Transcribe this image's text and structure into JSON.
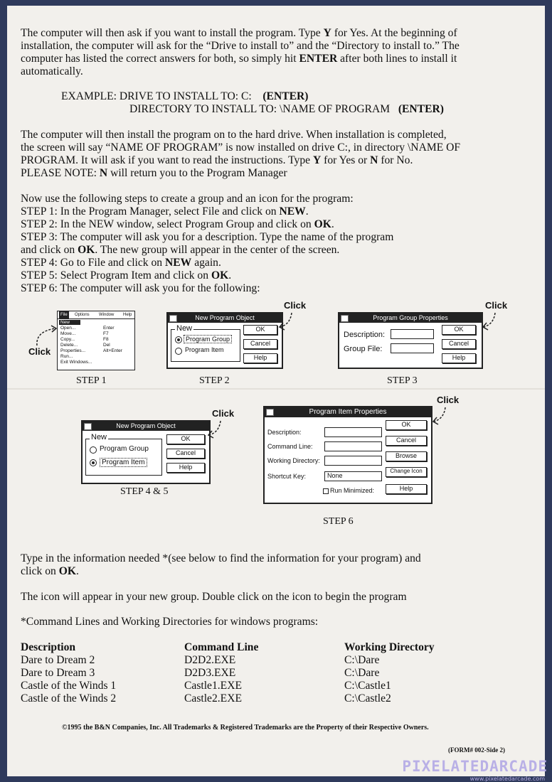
{
  "intro": {
    "line1": "The computer will then ask if you want to install the program. Type",
    "line1_key": "Y",
    "line1_end": "for Yes. At the beginning of",
    "line2": "installation, the computer will ask for the “Drive to install to” and the “Directory to install to.” The",
    "line3a": "computer has listed the correct answers for both, so simply hit",
    "line3_key": "ENTER",
    "line3b": "after both lines to install it",
    "line4": "automatically."
  },
  "example": {
    "line1_text": "EXAMPLE: DRIVE TO INSTALL TO: C:",
    "line1_key": "(ENTER)",
    "line2_text": "DIRECTORY TO INSTALL TO: \\NAME OF PROGRAM",
    "line2_key": "(ENTER)"
  },
  "after": {
    "line1": "The computer will then install the program on to the hard drive. When installation is completed,",
    "line2": "the screen will say “NAME OF PROGRAM” is now installed on drive C:, in directory \\NAME OF",
    "line3a": "PROGRAM. It will ask if you want to read the instructions. Type",
    "line3_y": "Y",
    "line3b": "for Yes or",
    "line3_n": "N",
    "line3c": "for No.",
    "line4a": "PLEASE NOTE:",
    "line4_n": "N",
    "line4b": "will return you to the Program Manager"
  },
  "steps": {
    "intro": "Now use the following steps to create a group and an icon for the program:",
    "s1a": "STEP 1: In the Program Manager, select File and click on",
    "s1b": "NEW",
    "s1c": ".",
    "s2a": "STEP 2: In the NEW window, select Program Group and click on",
    "s2b": "OK",
    "s2c": ".",
    "s3a": "STEP 3: The computer will ask you for a description. Type the name of the program",
    "s3b": "and click on",
    "s3c": "OK",
    "s3d": ". The new group will appear in the center of the screen.",
    "s4a": "STEP 4: Go to File and click on",
    "s4b": "NEW",
    "s4c": "again.",
    "s5a": "STEP 5: Select Program Item and click on",
    "s5b": "OK",
    "s5c": ".",
    "s6": "STEP 6: The computer will ask you for the following:"
  },
  "figures": {
    "click": "Click",
    "step1": {
      "label": "STEP 1",
      "menubar": [
        "File",
        "Options",
        "Window",
        "Help"
      ],
      "items": [
        {
          "name": "New",
          "key": ""
        },
        {
          "name": "Open...",
          "key": "Enter"
        },
        {
          "name": "Move...",
          "key": "F7"
        },
        {
          "name": "Copy...",
          "key": "F8"
        },
        {
          "name": "Delete...",
          "key": "Del"
        },
        {
          "name": "Properties...",
          "key": "Alt+Enter"
        },
        {
          "name": "Run...",
          "key": ""
        },
        {
          "name": "Exit Windows...",
          "key": ""
        }
      ]
    },
    "step2": {
      "label": "STEP 2",
      "title": "New Program Object",
      "group": "New",
      "opt1": "Program Group",
      "opt2": "Program Item",
      "ok": "OK",
      "cancel": "Cancel",
      "help": "Help"
    },
    "step3": {
      "label": "STEP 3",
      "title": "Program Group Properties",
      "desc": "Description:",
      "file": "Group File:",
      "ok": "OK",
      "cancel": "Cancel",
      "help": "Help"
    },
    "step45": {
      "label": "STEP 4 & 5",
      "title": "New Program Object",
      "group": "New",
      "opt1": "Program Group",
      "opt2": "Program Item",
      "ok": "OK",
      "cancel": "Cancel",
      "help": "Help"
    },
    "step6": {
      "label": "STEP 6",
      "title": "Program Item Properties",
      "f1": "Description:",
      "f2": "Command Line:",
      "f3": "Working Directory:",
      "f4": "Shortcut Key:",
      "f4val": "None",
      "run": "Run Minimized:",
      "ok": "OK",
      "cancel": "Cancel",
      "browse": "Browse",
      "change": "Change Icon",
      "help": "Help"
    }
  },
  "type": {
    "l1": "Type in the information needed *(see below to find the information for your program) and",
    "l2a": "click on",
    "l2b": "OK",
    "l2c": "."
  },
  "icon_line": "The icon will appear in your new group. Double click on the icon to begin the program",
  "cmd_intro": "*Command Lines and Working Directories for windows programs:",
  "table": {
    "headers": [
      "Description",
      "Command Line",
      "Working Directory"
    ],
    "rows": [
      [
        "Dare to Dream 2",
        "D2D2.EXE",
        "C:\\Dare"
      ],
      [
        "Dare to Dream 3",
        "D2D3.EXE",
        "C:\\Dare"
      ],
      [
        "Castle of the Winds 1",
        "Castle1.EXE",
        "C:\\Castle1"
      ],
      [
        "Castle of the Winds 2",
        "Castle2.EXE",
        "C:\\Castle2"
      ]
    ]
  },
  "footer": {
    "copyright": "©1995 the B&N Companies, Inc.   All Trademarks & Registered Trademarks are the Property of their Respective Owners.",
    "form": "(FORM# 002-Side 2)"
  },
  "watermark": {
    "text": "PIXELATEDARCADE",
    "url": "www.pixelatedarcade.com"
  }
}
